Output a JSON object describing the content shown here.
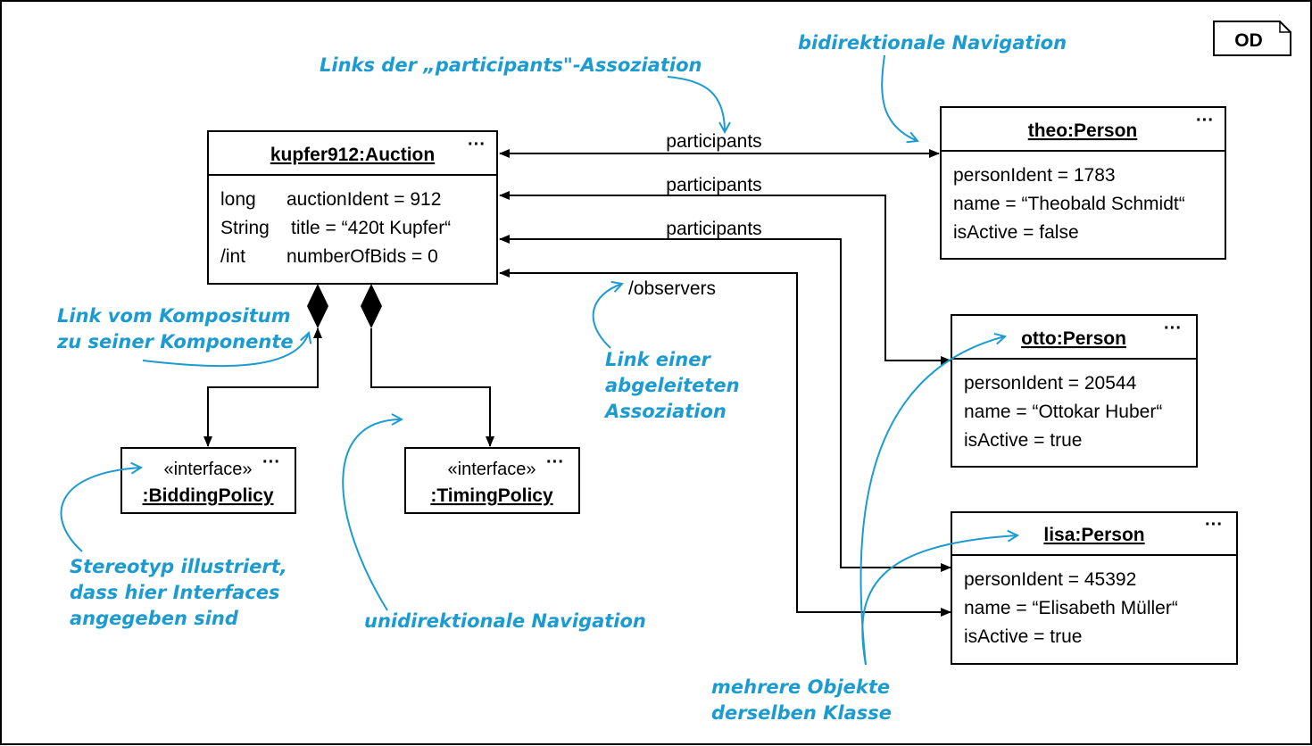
{
  "diagram_tag": "OD",
  "objects": {
    "auction": {
      "title": "kupfer912:Auction",
      "dots": "···",
      "attr_rows": [
        {
          "type": "long",
          "text": "auctionIdent = 912"
        },
        {
          "type": "String",
          "text": "title = “420t Kupfer“"
        },
        {
          "type": "/int",
          "text": "numberOfBids = 0"
        }
      ]
    },
    "theo": {
      "title": "theo:Person",
      "dots": "···",
      "attrs": [
        "personIdent = 1783",
        "name = “Theobald Schmidt“",
        "isActive = false"
      ]
    },
    "otto": {
      "title": "otto:Person",
      "dots": "···",
      "attrs": [
        "personIdent = 20544",
        "name = “Ottokar Huber“",
        "isActive = true"
      ]
    },
    "lisa": {
      "title": "lisa:Person",
      "dots": "···",
      "attrs": [
        "personIdent = 45392",
        "name = “Elisabeth Müller“",
        "isActive = true"
      ]
    },
    "bidding": {
      "stereotype": "«interface»",
      "dots": "···",
      "title": ":BiddingPolicy"
    },
    "timing": {
      "stereotype": "«interface»",
      "dots": "···",
      "title": ":TimingPolicy"
    }
  },
  "links": {
    "participants_1": "participants",
    "participants_2": "participants",
    "participants_3": "participants",
    "observers": "/observers"
  },
  "annotations": {
    "links_assoc": "Links der „participants\"-Assoziation",
    "bidirectional": "bidirektionale Navigation",
    "composite_link": [
      "Link vom Kompositum",
      "zu seiner Komponente"
    ],
    "derived_link": [
      "Link einer",
      "abgeleiteten",
      "Assoziation"
    ],
    "stereotype_note": [
      "Stereotyp illustriert,",
      "dass hier Interfaces",
      "angegeben sind"
    ],
    "unidirectional": "unidirektionale Navigation",
    "multiple_objects": [
      "mehrere Objekte",
      "derselben Klasse"
    ]
  },
  "colors": {
    "annotation": "#1c9bd0",
    "line": "#000000"
  }
}
